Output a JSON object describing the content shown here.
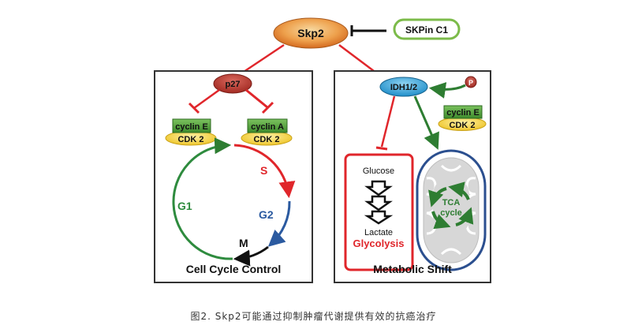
{
  "diagram": {
    "skp2": "Skp2",
    "skpin": "SKPin C1",
    "p27": "p27",
    "idh": "IDH1/2",
    "left_panel": {
      "title": "Cell Cycle Control",
      "cyclin_e": "cyclin E",
      "cdk2_left": "CDK 2",
      "cyclin_a": "cyclin A",
      "cdk2_mid": "CDK 2",
      "phase_s": "S",
      "phase_g2": "G2",
      "phase_m": "M",
      "phase_g1": "G1"
    },
    "right_panel": {
      "title": "Metabolic Shift",
      "phospho": "P",
      "cyclin_e": "cyclin E",
      "cdk2": "CDK 2",
      "glucose": "Glucose",
      "lactate": "Lactate",
      "glycolysis": "Glycolysis",
      "tca": "TCA",
      "tca_cycle": "cycle"
    }
  },
  "caption": "图2. Skp2可能通过抑制肿瘤代谢提供有效的抗癌治疗",
  "colors": {
    "inhibit_red": "#e0262b",
    "activate_green": "#2e7d32",
    "skp2_fill": "#e8943a",
    "idh_fill": "#2a9fd6",
    "p27_fill": "#b8372f",
    "cyclin_green": "#4f9a3c",
    "cdk_yellow": "#f2d43a",
    "mito_blue": "#2b4f8f"
  }
}
